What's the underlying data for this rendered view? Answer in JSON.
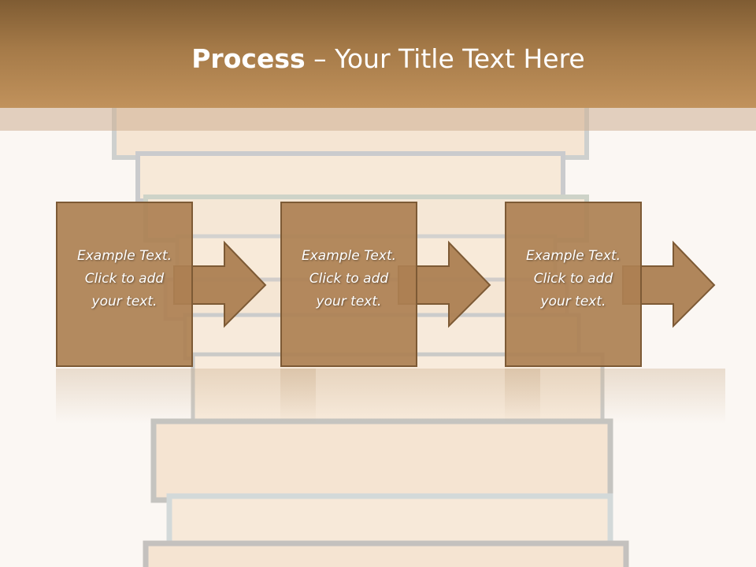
{
  "slide": {
    "title_bold": "Process",
    "title_rest": " – Your Title Text Here"
  },
  "steps": [
    {
      "text_line1": "Example Text.",
      "text_line2": "Click  to add",
      "text_line3": "your text."
    },
    {
      "text_line1": "Example Text.",
      "text_line2": "Click  to add",
      "text_line3": "your text."
    },
    {
      "text_line1": "Example Text.",
      "text_line2": "Click  to add",
      "text_line3": "your text."
    }
  ],
  "colors": {
    "header_top": "#7f5c33",
    "header_bottom": "#c1925c",
    "box_fill": "#ac8052",
    "box_border": "#7d5a35",
    "text": "#ffffff"
  }
}
